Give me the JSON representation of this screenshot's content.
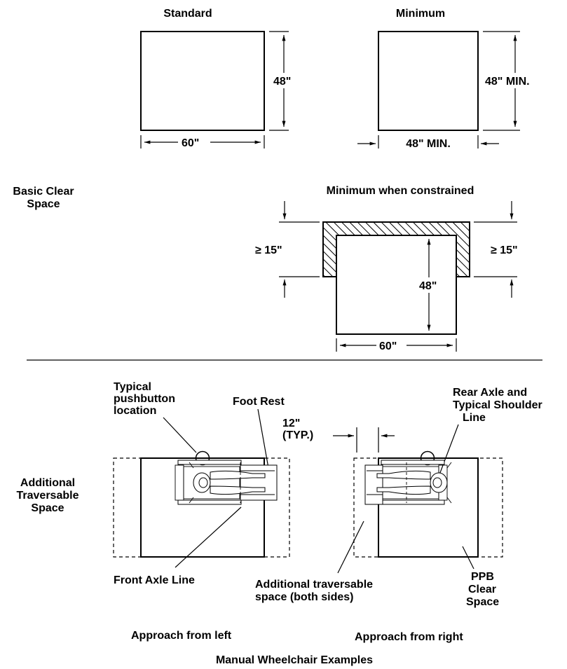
{
  "basic": {
    "label_line1": "Basic Clear",
    "label_line2": "Space",
    "standard": {
      "title": "Standard",
      "height_dim": "48\"",
      "width_dim": "60\""
    },
    "minimum": {
      "title": "Minimum",
      "height_dim": "48\" MIN.",
      "width_dim": "48\" MIN."
    },
    "constrained": {
      "title": "Minimum when constrained",
      "left_dim": "≥ 15\"",
      "right_dim": "≥ 15\"",
      "height_dim": "48\"",
      "width_dim": "60\""
    }
  },
  "traversable": {
    "label_line1": "Additional",
    "label_line2": "Traversable",
    "label_line3": "Space",
    "typical_line1": "Typical",
    "typical_line2": "pushbutton",
    "typical_line3": "location",
    "foot_rest": "Foot Rest",
    "front_axle": "Front Axle Line",
    "rear_line1": "Rear Axle and",
    "rear_line2": "Typical Shoulder",
    "rear_line3": "Line",
    "typ_line1": "12\"",
    "typ_line2": "(TYP.)",
    "additional_line1": "Additional traversable",
    "additional_line2": "space (both sides)",
    "ppb_line1": "PPB",
    "ppb_line2": "Clear",
    "ppb_line3": "Space",
    "approach_left": "Approach from left",
    "approach_right": "Approach from right",
    "caption": "Manual Wheelchair Examples"
  }
}
